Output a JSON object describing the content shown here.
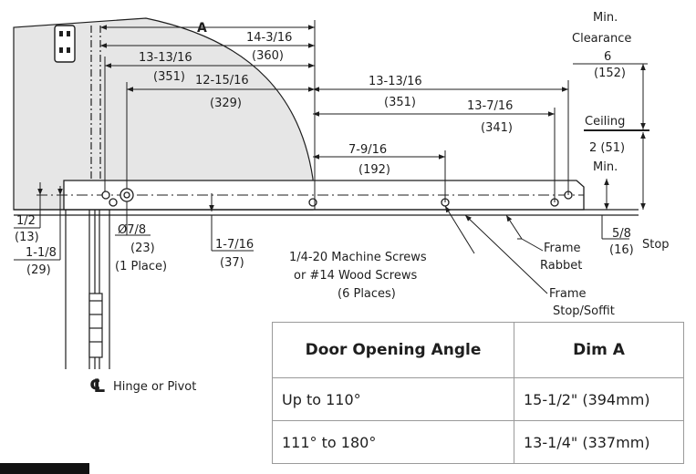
{
  "labels": {
    "dim_a": "A",
    "d_14_3_16": "14-3/16",
    "d_360": "(360)",
    "d_13_13_16_left": "13-13/16",
    "d_351_left": "(351)",
    "d_12_15_16": "12-15/16",
    "d_329": "(329)",
    "d_13_13_16_right": "13-13/16",
    "d_351_right": "(351)",
    "d_13_7_16": "13-7/16",
    "d_341": "(341)",
    "d_7_9_16": "7-9/16",
    "d_192": "(192)",
    "min_clearance_1": "Min.",
    "min_clearance_2": "Clearance",
    "min_clearance_3": "6",
    "min_clearance_4": "(152)",
    "ceiling": "Ceiling",
    "d_2_51": "2 (51)",
    "d_min": "Min.",
    "d_1_2": "1/2",
    "d_13": "(13)",
    "d_1_1_8": "1-1/8",
    "d_29": "(29)",
    "d_dia_7_8": "Ø7/8",
    "d_23": "(23)",
    "d_1_place": "(1 Place)",
    "d_1_7_16": "1-7/16",
    "d_37": "(37)",
    "screws_1": "1/4-20 Machine Screws",
    "screws_2": "or #14 Wood Screws",
    "screws_3": "(6 Places)",
    "frame_rabbet_1": "Frame",
    "frame_rabbet_2": "Rabbet",
    "d_5_8": "5/8",
    "d_16": "(16)",
    "stop": "Stop",
    "frame_stop_1": "Frame",
    "frame_stop_2": "Stop/Soffit",
    "centerline_symbol": "℄",
    "hinge_or_pivot": "Hinge or Pivot"
  },
  "table": {
    "headers": [
      "Door Opening Angle",
      "Dim A"
    ],
    "rows": [
      [
        "Up to 110°",
        "15-1/2\" (394mm)"
      ],
      [
        "111° to 180°",
        "13-1/4\" (337mm)"
      ]
    ]
  },
  "colors": {
    "door_fill": "#e6e6e6",
    "line": "#1e1e1e"
  },
  "icons": [
    "electrical-outlet-icon",
    "centerline-icon"
  ]
}
